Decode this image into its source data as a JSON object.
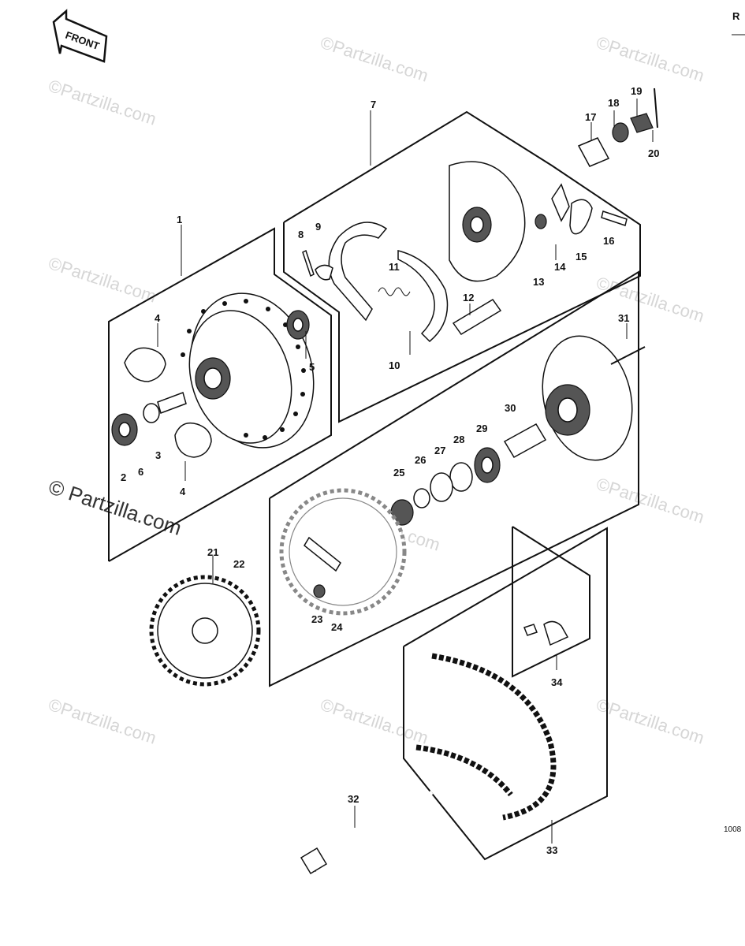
{
  "corner_mark": "R",
  "figure_code": "1008",
  "front_label": "FRONT",
  "watermark": "© Partzilla.com",
  "watermark_small": "©Partzilla.com",
  "callouts": [
    {
      "id": "1"
    },
    {
      "id": "2"
    },
    {
      "id": "3"
    },
    {
      "id": "4"
    },
    {
      "id": "4"
    },
    {
      "id": "5"
    },
    {
      "id": "6"
    },
    {
      "id": "7"
    },
    {
      "id": "8"
    },
    {
      "id": "9"
    },
    {
      "id": "10"
    },
    {
      "id": "11"
    },
    {
      "id": "12"
    },
    {
      "id": "13"
    },
    {
      "id": "14"
    },
    {
      "id": "15"
    },
    {
      "id": "16"
    },
    {
      "id": "17"
    },
    {
      "id": "18"
    },
    {
      "id": "19"
    },
    {
      "id": "20"
    },
    {
      "id": "21"
    },
    {
      "id": "22"
    },
    {
      "id": "23"
    },
    {
      "id": "24"
    },
    {
      "id": "25"
    },
    {
      "id": "26"
    },
    {
      "id": "27"
    },
    {
      "id": "28"
    },
    {
      "id": "29"
    },
    {
      "id": "30"
    },
    {
      "id": "31"
    },
    {
      "id": "32"
    },
    {
      "id": "33"
    },
    {
      "id": "34"
    }
  ]
}
